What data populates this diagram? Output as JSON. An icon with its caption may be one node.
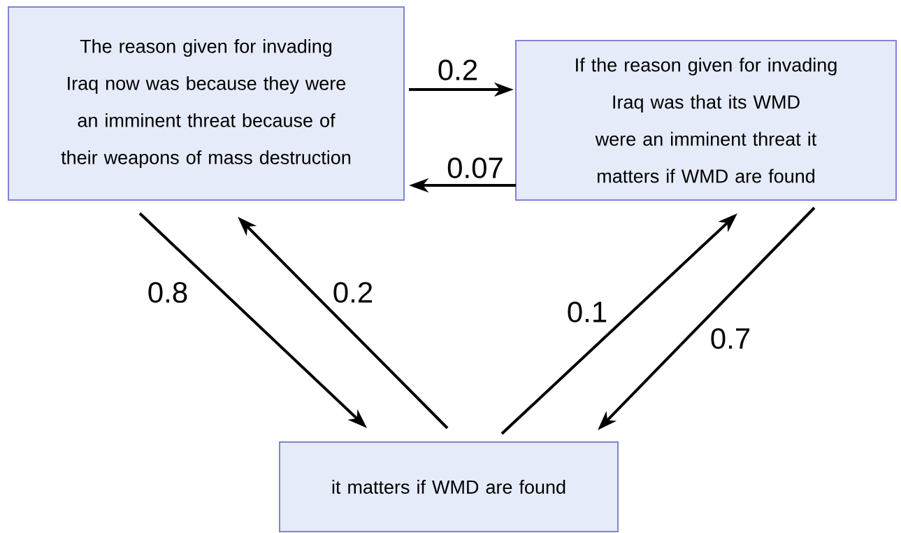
{
  "diagram": {
    "nodes": [
      {
        "text": [
          "The reason given for invading Iraq now was because they were an imminent threat because of their weapons of mass destruction"
        ]
      },
      {
        "text": [
          "If the reason given for invading Iraq was that its WMD were an imminent threat it matters if WMD are found"
        ]
      },
      {
        "text": [
          "it matters if WMD are found"
        ]
      }
    ],
    "edges": [
      {
        "from": 0,
        "to": 1,
        "arrow": "to",
        "label": "0.2"
      },
      {
        "from": 1,
        "to": 0,
        "arrow": "to",
        "label": "0.07"
      },
      {
        "from": 0,
        "to": 2,
        "arrow": "to",
        "label": "0.8"
      },
      {
        "from": 2,
        "to": 0,
        "arrow": "to",
        "label": "0.2"
      },
      {
        "from": 2,
        "to": 1,
        "arrow": "to",
        "label": "0.1"
      },
      {
        "from": 1,
        "to": 2,
        "arrow": "to",
        "label": "0.7"
      }
    ]
  }
}
